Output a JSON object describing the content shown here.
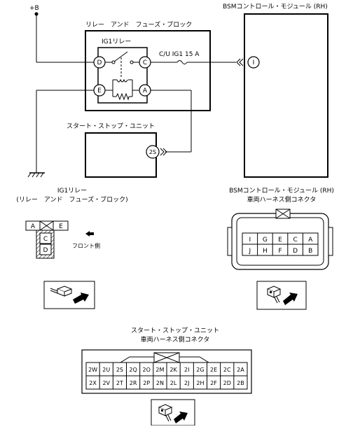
{
  "power": {
    "label": "+B"
  },
  "relay_block": {
    "title": "リレー　アンド　フューズ・ブロック",
    "relay_name": "IG1リレー",
    "pins": [
      "D",
      "C",
      "E",
      "A"
    ],
    "fuse_label": "C/U IG1 15 A"
  },
  "bsm_module": {
    "title": "BSMコントロール・モジュール (RH)",
    "pin": "I"
  },
  "start_stop_unit": {
    "title": "スタート・ストップ・ユニット",
    "pin": "2S"
  },
  "relay_connector": {
    "title_line1": "IG1リレー",
    "title_line2": "(リレー　アンド　フューズ・ブロック)",
    "front_label": "フロント側",
    "cells": [
      "A",
      "E",
      "C",
      "D"
    ]
  },
  "bsm_connector": {
    "title_line1": "BSMコントロール・モジュール (RH)",
    "title_line2": "車両ハーネス側コネクタ",
    "row1": [
      "I",
      "G",
      "E",
      "C",
      "A"
    ],
    "row2": [
      "J",
      "H",
      "F",
      "D",
      "B"
    ]
  },
  "ssu_connector": {
    "title_line1": "スタート・ストップ・ユニット",
    "title_line2": "車両ハーネス側コネクタ",
    "row1": [
      "2W",
      "2U",
      "2S",
      "2Q",
      "2O",
      "2M",
      "2K",
      "2I",
      "2G",
      "2E",
      "2C",
      "2A"
    ],
    "row2": [
      "2X",
      "2V",
      "2T",
      "2R",
      "2P",
      "2N",
      "2L",
      "2J",
      "2H",
      "2F",
      "2D",
      "2B"
    ]
  }
}
